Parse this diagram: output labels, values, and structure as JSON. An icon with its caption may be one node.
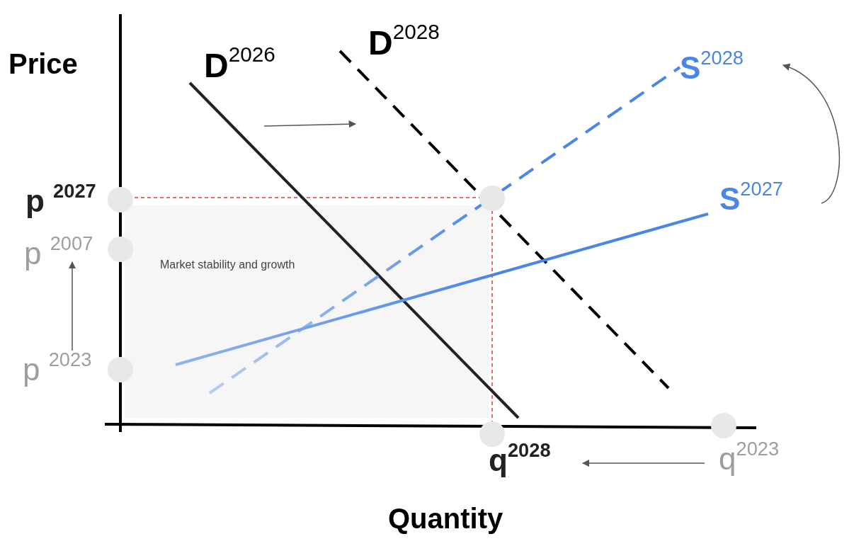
{
  "diagram": {
    "labels": [
      "Price",
      "**D**$^{2026}$",
      "**D**$^{2028}$",
      "**S**$^{2028}$",
      "p $^{2027}$",
      "**S**$^{2027}$",
      "p $^{2007}$",
      "Market stability and growth",
      "p $^{2023}$",
      "q$^{2028}$",
      "q$^{2023}$",
      "Quantity"
    ]
  }
}
